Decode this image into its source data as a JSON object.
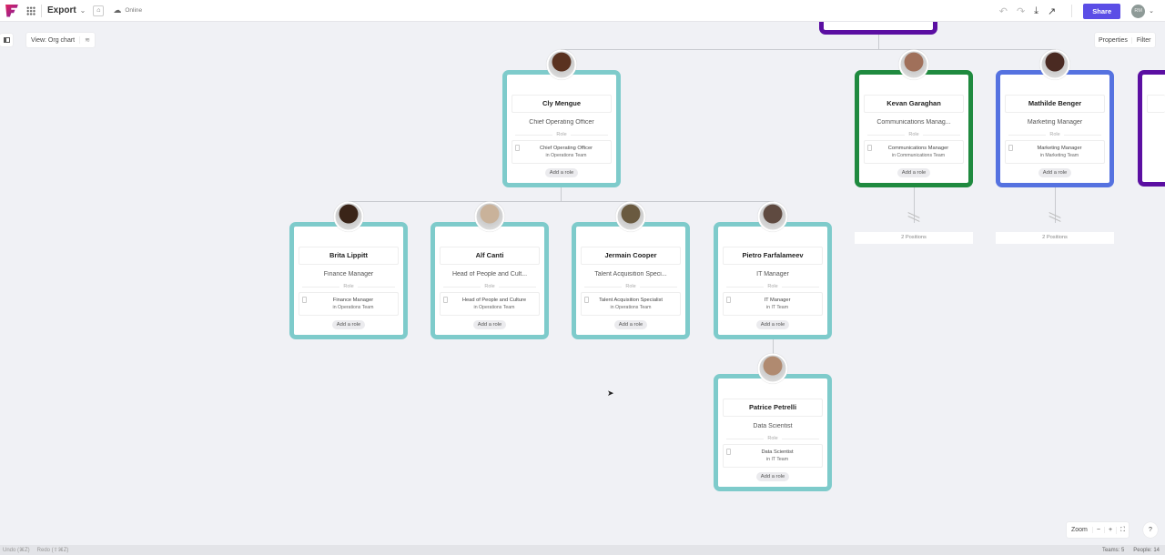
{
  "topbar": {
    "title": "Export",
    "status": "Online",
    "share": "Share",
    "user_initials": "RM"
  },
  "toolbar": {
    "view": "View: Org chart",
    "properties": "Properties",
    "filter": "Filter"
  },
  "colors": {
    "teal": "#7ecbcb",
    "green": "#1f8a3f",
    "blue": "#5572e0",
    "purple": "#5b0fa2",
    "accent": "#5b4ee6"
  },
  "cards": [
    {
      "name": "Cly Mengue",
      "title": "Chief Operating Officer",
      "role_label": "Role",
      "role": "Chief Operating Officer",
      "team": "in Operations Team",
      "add": "Add a role",
      "avatar_color": "#5a3220"
    },
    {
      "name": "Brita Lippitt",
      "title": "Finance Manager",
      "role_label": "Role",
      "role": "Finance Manager",
      "team": "in Operations Team",
      "add": "Add a role",
      "avatar_color": "#3a2418"
    },
    {
      "name": "Alf Canti",
      "title": "Head of People and Cult...",
      "role_label": "Role",
      "role": "Head of People and Culture",
      "team": "in Operations Team",
      "add": "Add a role",
      "avatar_color": "#c9b29a"
    },
    {
      "name": "Jermain Cooper",
      "title": "Talent Acquisition Speci...",
      "role_label": "Role",
      "role": "Talent Acquisition Specialist",
      "team": "in Operations Team",
      "add": "Add a role",
      "avatar_color": "#6a5a40"
    },
    {
      "name": "Pietro Farfalameev",
      "title": "IT Manager",
      "role_label": "Role",
      "role": "IT Manager",
      "team": "in IT Team",
      "add": "Add a role",
      "avatar_color": "#5f4a40"
    },
    {
      "name": "Patrice Petrelli",
      "title": "Data Scientist",
      "role_label": "Role",
      "role": "Data Scientist",
      "team": "in IT Team",
      "add": "Add a role",
      "avatar_color": "#b08a70"
    },
    {
      "name": "Kevan Garaghan",
      "title": "Communications Manag...",
      "role_label": "Role",
      "role": "Communications Manager",
      "team": "in Communications Team",
      "add": "Add a role",
      "avatar_color": "#a0705a"
    },
    {
      "name": "Mathilde Benger",
      "title": "Marketing Manager",
      "role_label": "Role",
      "role": "Marketing Manager",
      "team": "in Marketing Team",
      "add": "Add a role",
      "avatar_color": "#4a2a22"
    }
  ],
  "positions": [
    "2 Positions",
    "2 Positions"
  ],
  "zoom": {
    "label": "Zoom",
    "minus": "−",
    "plus": "+",
    "help": "?"
  },
  "footer": {
    "undo": "Undo (⌘Z)",
    "redo": "Redo (⇧⌘Z)",
    "teams": "Teams: 5",
    "people": "People: 14"
  }
}
